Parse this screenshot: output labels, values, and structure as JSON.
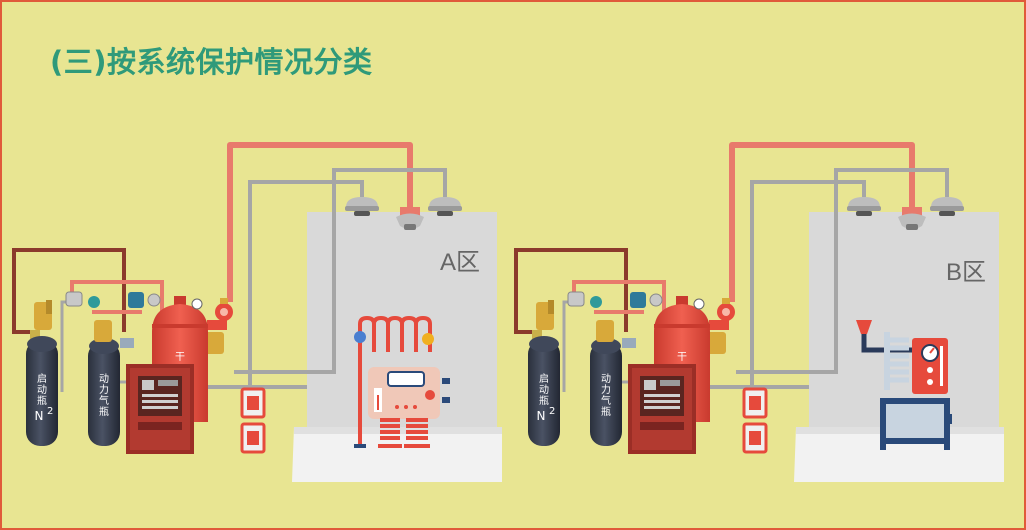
{
  "title": "(三)按系统保护情况分类",
  "systems": [
    {
      "zone_label": "A区",
      "protected_equipment": "electrical-panel-with-coils",
      "start_bottle": {
        "chars": [
          "启",
          "动",
          "瓶"
        ],
        "gas": "N",
        "gas_sup": "2"
      },
      "power_bottle": {
        "chars": [
          "动",
          "力",
          "气",
          "瓶"
        ]
      },
      "tank_mark": "干"
    },
    {
      "zone_label": "B区",
      "protected_equipment": "boiler-with-control-panel",
      "start_bottle": {
        "chars": [
          "启",
          "动",
          "瓶"
        ],
        "gas": "N",
        "gas_sup": "2"
      },
      "power_bottle": {
        "chars": [
          "动",
          "力",
          "气",
          "瓶"
        ]
      },
      "tank_mark": "干"
    }
  ],
  "colors": {
    "background": "#e8e592",
    "title": "#2f9a7a",
    "signal_pipe": "#e87a6c",
    "detector_line": "#a6a6a6",
    "start_gas_loop": "#8b3a2c",
    "zone_wall": "#d8d8d8",
    "cylinder": "#333a4a",
    "tank": "#e64a3c",
    "cabinet": "#9b2e26"
  }
}
